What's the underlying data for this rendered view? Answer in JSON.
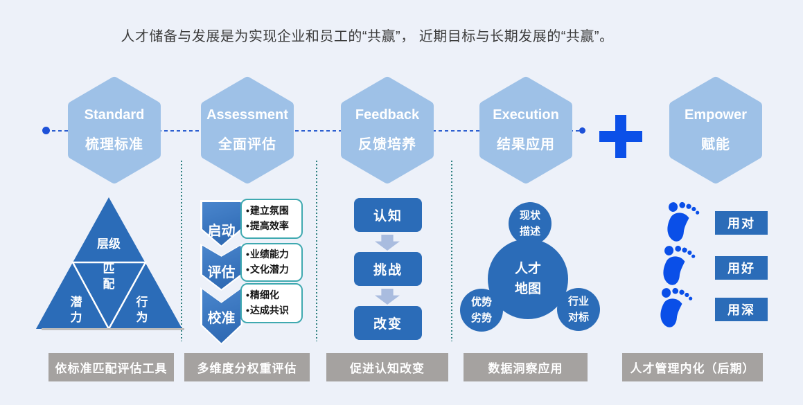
{
  "title": "人才储备与发展是为实现企业和员工的“共赢”， 近期目标与长期发展的“共赢”。",
  "stages": [
    {
      "en": "Standard",
      "zh": "梳理标准"
    },
    {
      "en": "Assessment",
      "zh": "全面评估"
    },
    {
      "en": "Feedback",
      "zh": "反馈培养"
    },
    {
      "en": "Execution",
      "zh": "结果应用"
    },
    {
      "en": "Empower",
      "zh": "赋能"
    }
  ],
  "standard": {
    "triangle": {
      "top": "层级",
      "center": "匹配",
      "left": "潜力",
      "right": "行为"
    }
  },
  "assessment": {
    "steps": [
      {
        "label": "启动",
        "bullets": [
          "建立氛围",
          "提高效率"
        ]
      },
      {
        "label": "评估",
        "bullets": [
          "业绩能力",
          "文化潜力"
        ]
      },
      {
        "label": "校准",
        "bullets": [
          "精细化",
          "达成共识"
        ]
      }
    ]
  },
  "feedback": {
    "steps": [
      "认知",
      "挑战",
      "改变"
    ]
  },
  "execution": {
    "center": "人才地图",
    "satellites": {
      "top": "现状描述",
      "left": "优势劣势",
      "right": "行业对标"
    }
  },
  "empower": {
    "items": [
      "用对",
      "用好",
      "用深"
    ]
  },
  "bottom_labels": [
    "依标准匹配评估工具",
    "多维度分权重评估",
    "促进认知改变",
    "数据洞察应用",
    "人才管理内化（后期）"
  ],
  "colors": {
    "background": "#edf1f9",
    "hexagon_blue": "#9ec1e7",
    "dark_blue": "#2b6cb8",
    "bright_blue": "#0b50e8",
    "connector_blue": "#2d5fd0",
    "separator_teal": "#2e8080",
    "box_border_teal": "#3fa9b0",
    "bar_gray": "#a5a2a0",
    "arrow_blue_gray": "#a9bcdf",
    "title_text": "#3d3d3d"
  }
}
